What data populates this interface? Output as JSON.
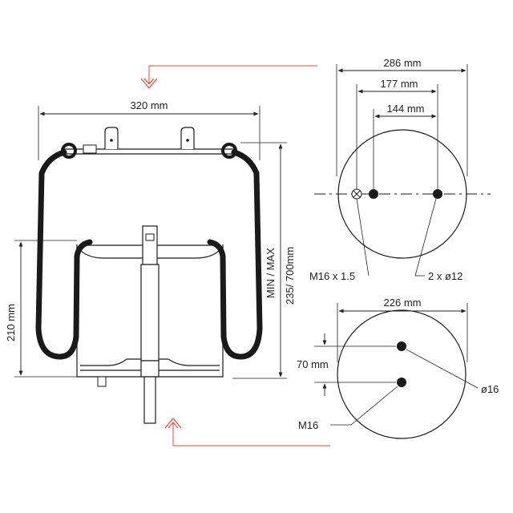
{
  "colors": {
    "line": "#1a1a1a",
    "dim_line": "#222222",
    "accent": "#e8483a"
  },
  "bellows": {
    "width_label": "320 mm",
    "height_label": "210 mm",
    "stroke_label": "MIN / MAX",
    "stroke_value_label": "235/ 700mm"
  },
  "top_plate": {
    "outer_dia_label": "286 mm",
    "bolt_span_label": "177 mm",
    "stud_span_label": "144 mm",
    "thread_label": "M16 x 1.5",
    "holes_label": "2 x ø12"
  },
  "bottom_plate": {
    "outer_dia_label": "226 mm",
    "hole_spacing_label": "70 mm",
    "hole_label": "ø16",
    "thread_label": "M16"
  }
}
